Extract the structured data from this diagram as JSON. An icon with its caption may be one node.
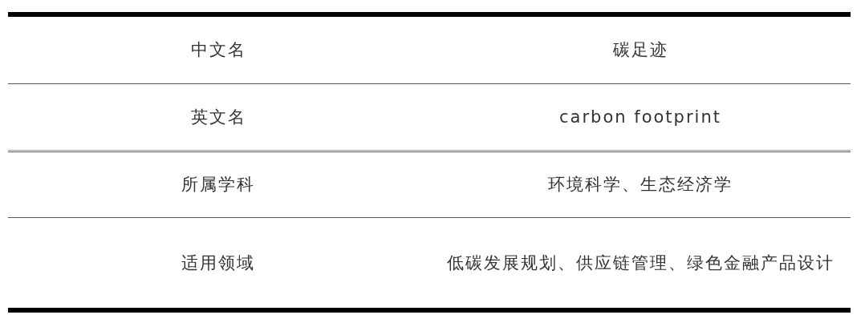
{
  "diagram": {
    "labels": [
      "中文名",
      "碳足迹",
      "英文名",
      "carbon footprint",
      "所属学科",
      "环境科学、生态经济学",
      "适用领域",
      "低碳发展规划、供应链管理、绿色金融产品设计"
    ]
  }
}
